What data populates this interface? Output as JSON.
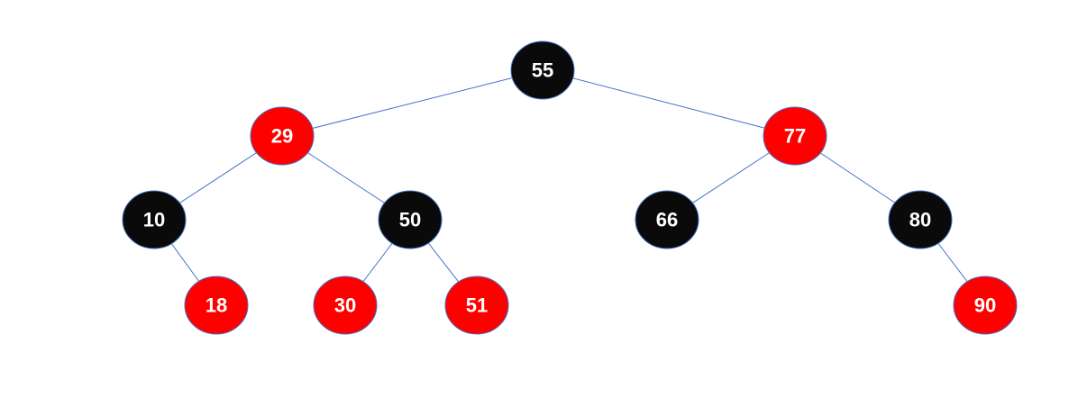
{
  "colors": {
    "black_node": "#0a0a0a",
    "red_node": "#ff0000",
    "edge": "#4472C4",
    "label": "#ffffff"
  },
  "nodes": [
    {
      "id": "n55",
      "label": "55",
      "color": "black"
    },
    {
      "id": "n29",
      "label": "29",
      "color": "red"
    },
    {
      "id": "n77",
      "label": "77",
      "color": "red"
    },
    {
      "id": "n10",
      "label": "10",
      "color": "black"
    },
    {
      "id": "n50",
      "label": "50",
      "color": "black"
    },
    {
      "id": "n66",
      "label": "66",
      "color": "black"
    },
    {
      "id": "n80",
      "label": "80",
      "color": "black"
    },
    {
      "id": "n18",
      "label": "18",
      "color": "red"
    },
    {
      "id": "n30",
      "label": "30",
      "color": "red"
    },
    {
      "id": "n51",
      "label": "51",
      "color": "red"
    },
    {
      "id": "n90",
      "label": "90",
      "color": "red"
    }
  ],
  "edges": [
    {
      "from": "n55",
      "to": "n29"
    },
    {
      "from": "n55",
      "to": "n77"
    },
    {
      "from": "n29",
      "to": "n10"
    },
    {
      "from": "n29",
      "to": "n50"
    },
    {
      "from": "n77",
      "to": "n66"
    },
    {
      "from": "n77",
      "to": "n80"
    },
    {
      "from": "n10",
      "to": "n18"
    },
    {
      "from": "n50",
      "to": "n30"
    },
    {
      "from": "n50",
      "to": "n51"
    },
    {
      "from": "n80",
      "to": "n90"
    }
  ]
}
